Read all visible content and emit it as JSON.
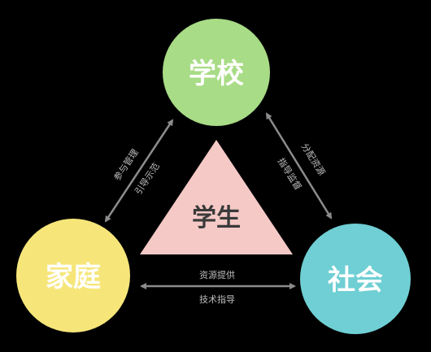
{
  "nodes": {
    "school": {
      "label": "学校",
      "color": "#a8dc86"
    },
    "family": {
      "label": "家庭",
      "color": "#f6e67a"
    },
    "society": {
      "label": "社会",
      "color": "#6fcfd4"
    },
    "student": {
      "label": "学生",
      "color": "#f5c9c6"
    }
  },
  "edges": {
    "school_family": {
      "outer_label": "参与管理",
      "inner_label": "引导示范"
    },
    "school_society": {
      "outer_label": "分配资源",
      "inner_label": "指导监督"
    },
    "family_society": {
      "upper_label": "资源提供",
      "lower_label": "技术指导"
    }
  },
  "colors": {
    "background": "#000000",
    "arrow": "#8c8c8c",
    "edge_text": "#bdbdbd"
  }
}
